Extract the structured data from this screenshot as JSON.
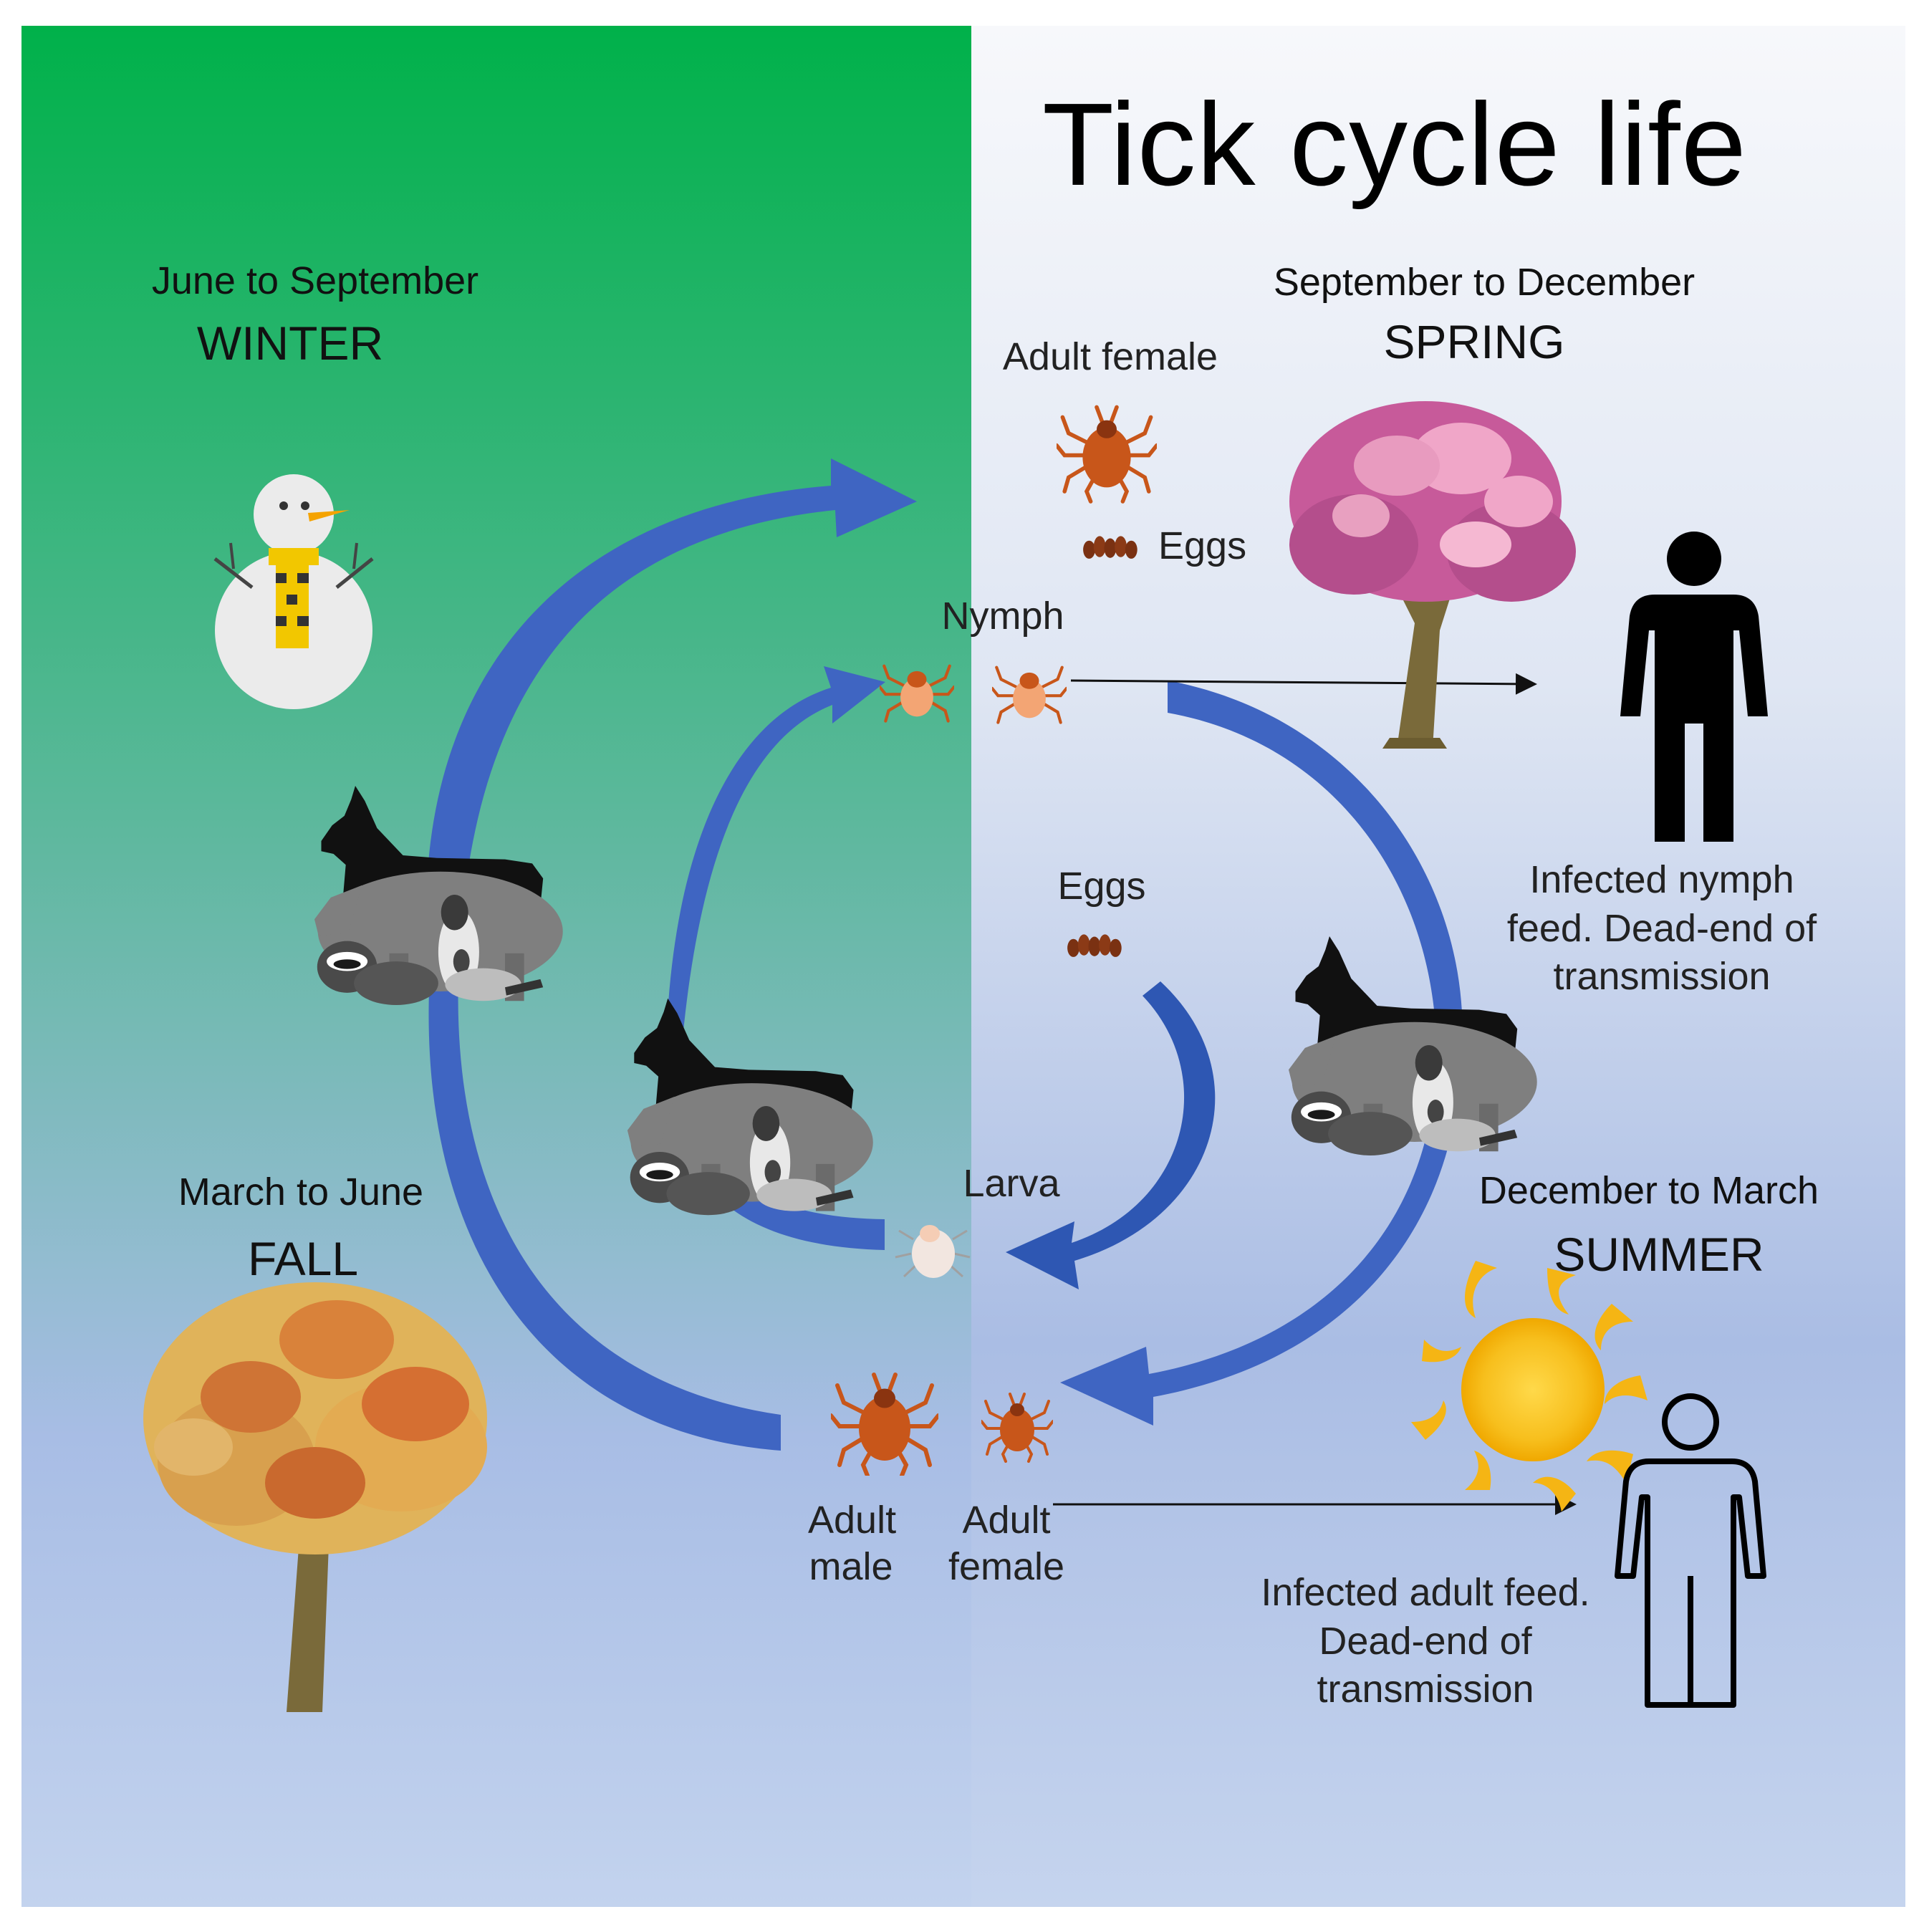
{
  "title": "Tick cycle life",
  "seasons": {
    "winter": {
      "months": "June to September",
      "name": "WINTER"
    },
    "spring": {
      "months": "September to December",
      "name": "SPRING"
    },
    "summer": {
      "months": "December to March",
      "name": "SUMMER"
    },
    "fall": {
      "months": "March to June",
      "name": "FALL"
    }
  },
  "stages": {
    "adult_female_top": "Adult female",
    "eggs_top": "Eggs",
    "nymph": "Nymph",
    "eggs_mid": "Eggs",
    "larva": "Larva",
    "adult_male": "Adult male",
    "adult_female_bottom": "Adult female"
  },
  "notes": {
    "nymph_dead_end": "Infected nymph feed. Dead-end of transmission",
    "adult_dead_end": "Infected adult feed. Dead-end of transmission"
  },
  "colors": {
    "arrow": "#3f65c2",
    "tick": "#c8561a",
    "tick_light": "#f0a070",
    "bg_green": "#00b14a",
    "bg_blue": "#a9bde4"
  },
  "icons": [
    "snowman-icon",
    "sun-icon",
    "spring-tree-icon",
    "fall-tree-icon",
    "human-filled-icon",
    "human-outline-icon",
    "host-animals-icon",
    "tick-icon",
    "eggs-icon"
  ]
}
